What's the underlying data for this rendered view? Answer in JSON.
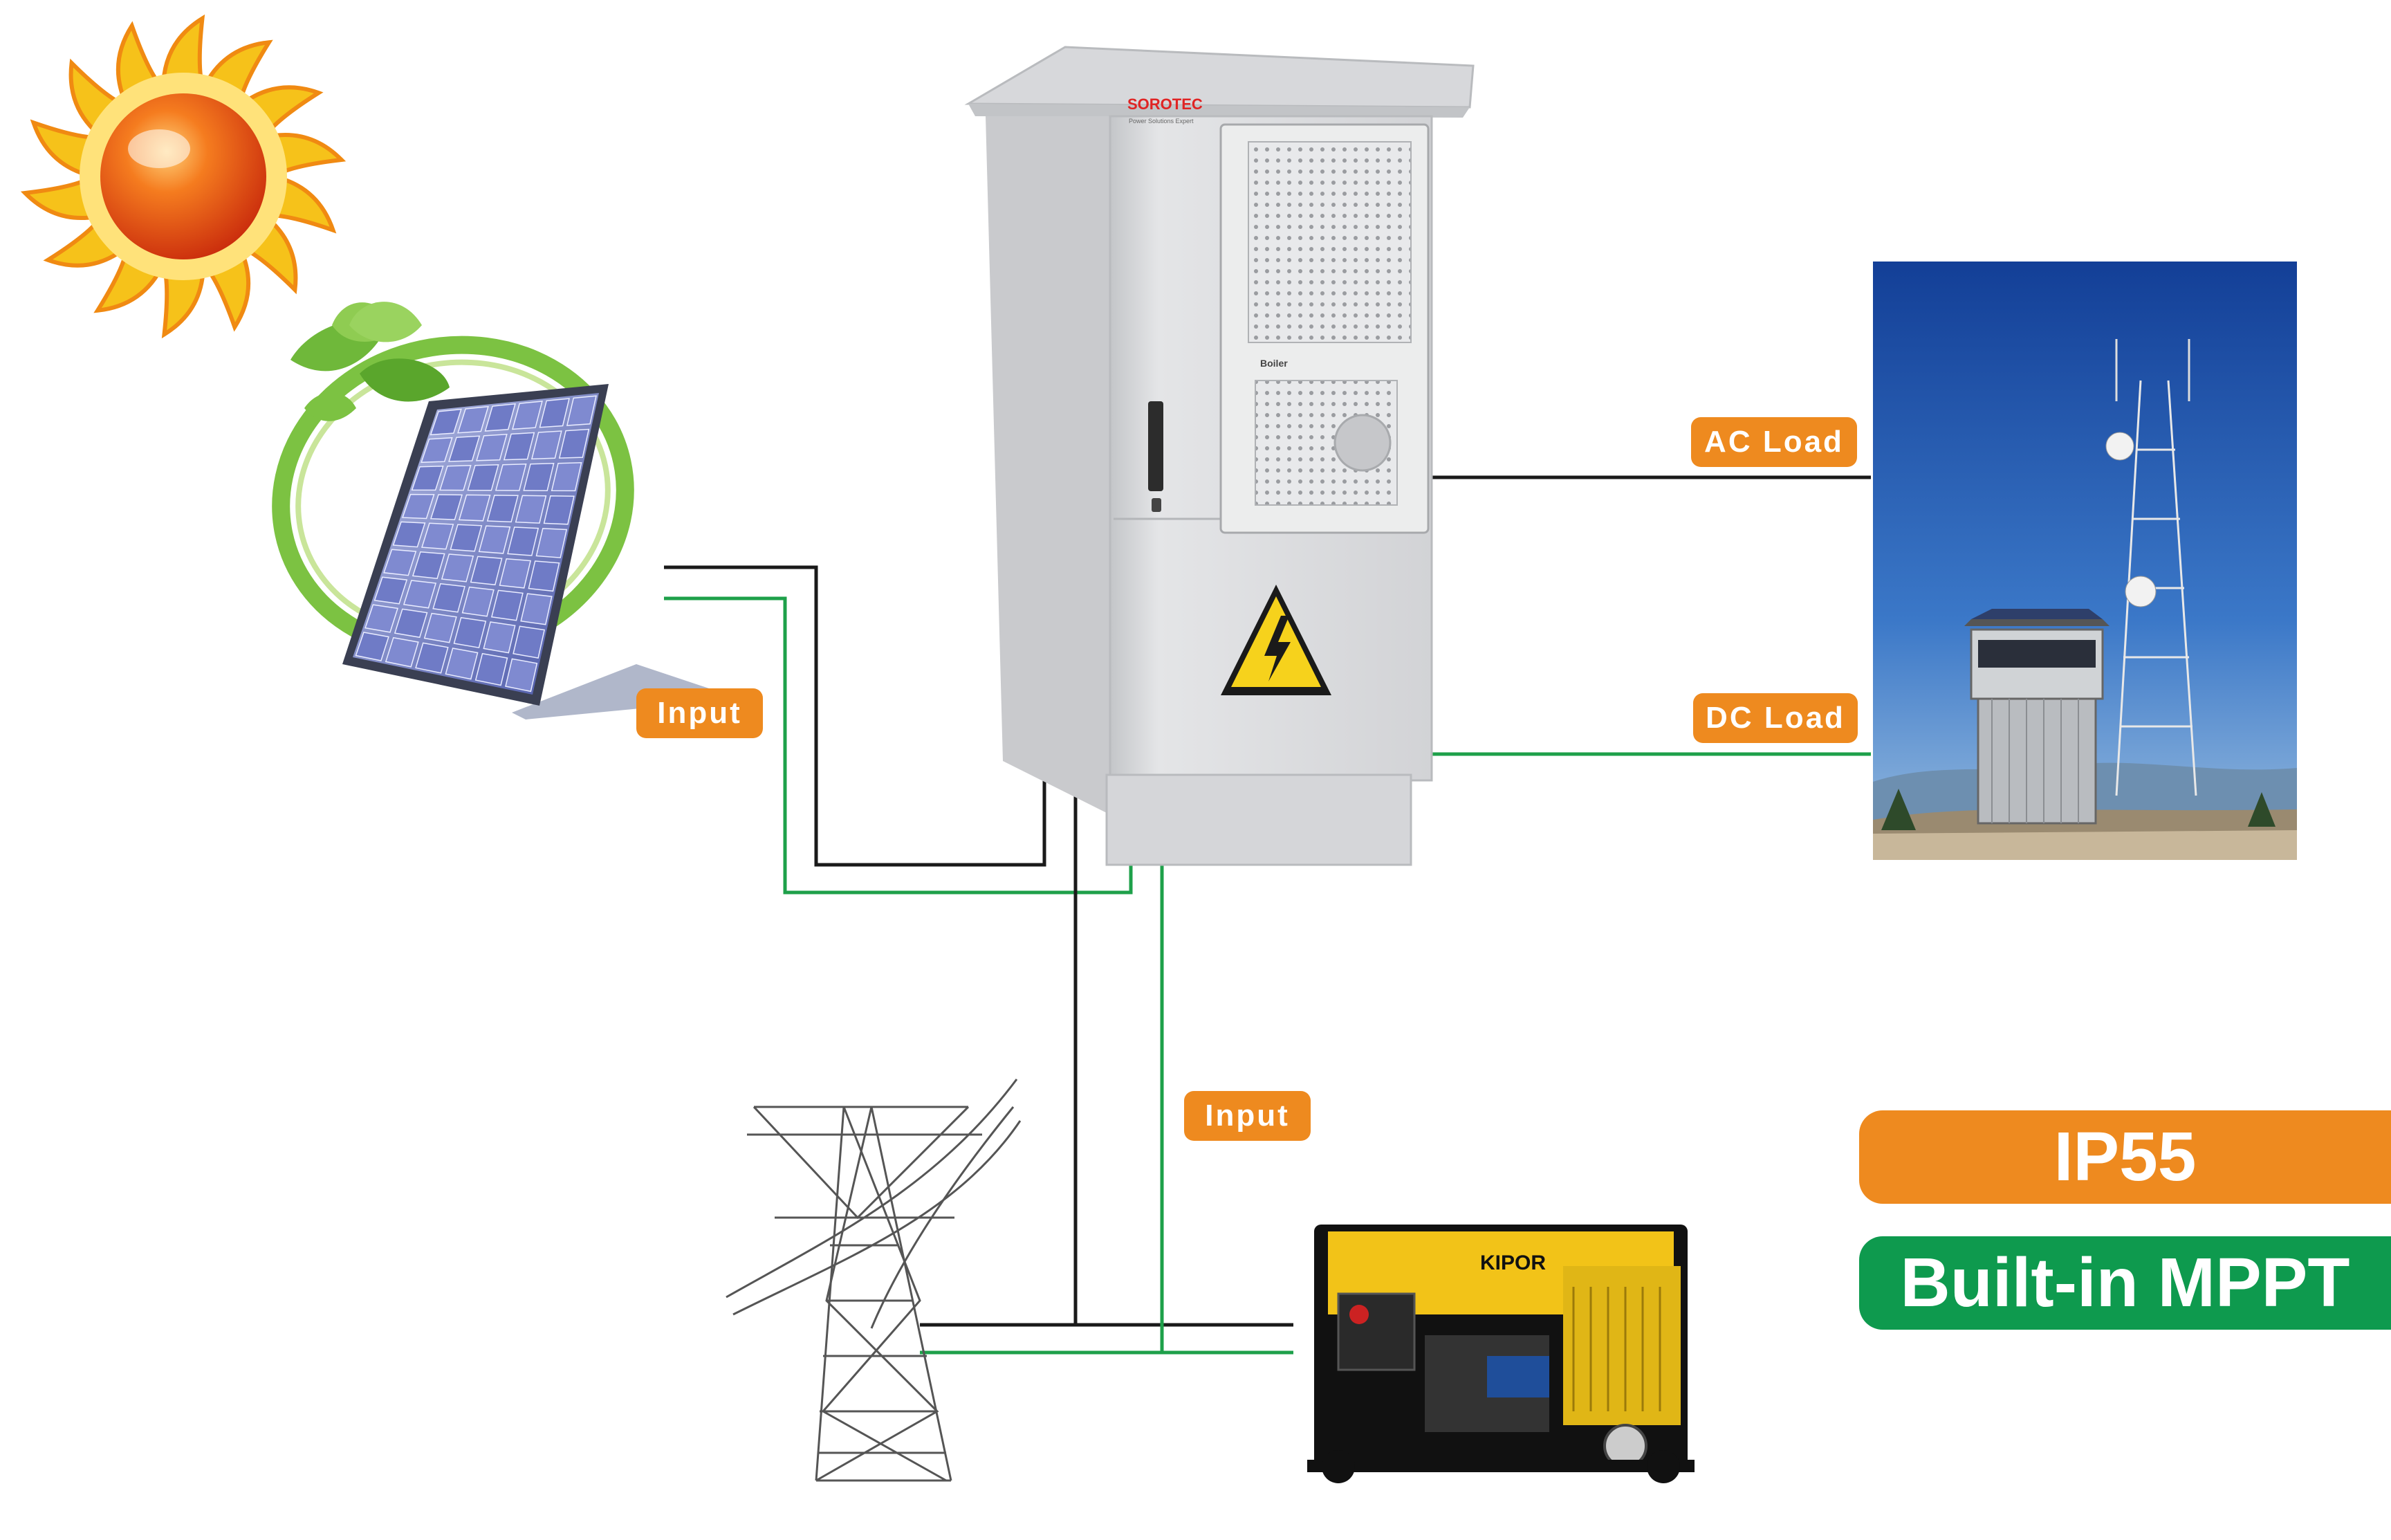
{
  "labels": {
    "input_solar": "Input",
    "input_grid": "Input",
    "ac_load": "AC Load",
    "dc_load": "DC Load"
  },
  "cabinet": {
    "brand_text": "SOROTEC",
    "brand_subtext": "Power Solutions Expert",
    "ac_unit_text": "Boiler"
  },
  "generator": {
    "brand_text": "KIPOR"
  },
  "features": {
    "ip_rating": "IP55",
    "mppt": "Built-in MPPT"
  },
  "colors": {
    "orange": "#EE8A1F",
    "green": "#0E9A4E",
    "line_black": "#1a1a1a",
    "line_green": "#1ea04a",
    "cabinet_grey": "#d9dadc",
    "sky_blue": "#1c4fa8"
  },
  "icons": [
    "sun-icon",
    "solar-panel-icon",
    "leaf-icon",
    "cabinet-icon",
    "high-voltage-warning-icon",
    "transmission-tower-icon",
    "generator-icon",
    "telecom-tower-photo"
  ]
}
